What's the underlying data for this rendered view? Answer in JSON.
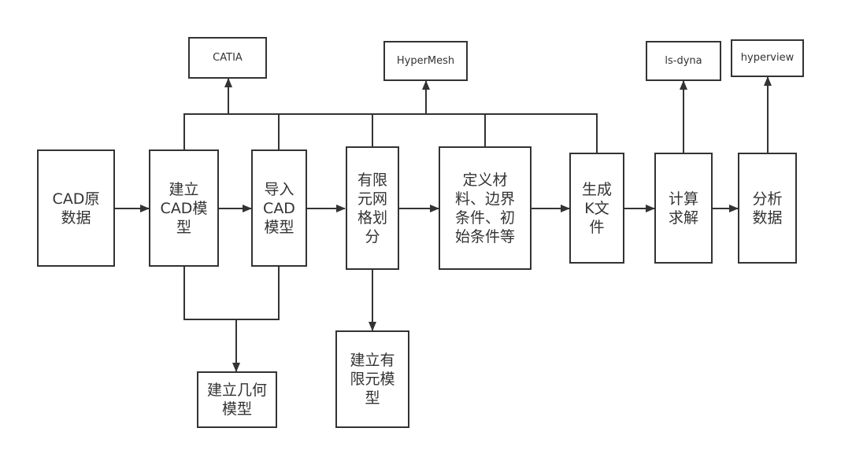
{
  "diagram": {
    "type": "flowchart",
    "line_color": "#333333",
    "main_flow": [
      {
        "id": "cad-raw-data",
        "label": "CAD原\n数据"
      },
      {
        "id": "build-cad-model",
        "label": "建立\nCAD模\n型"
      },
      {
        "id": "import-cad-model",
        "label": "导入\nCAD\n模型"
      },
      {
        "id": "fe-meshing",
        "label": "有限\n元网\n格划\n分"
      },
      {
        "id": "define-materials",
        "label": "定义材\n料、边界\n条件、初\n始条件等"
      },
      {
        "id": "generate-k-file",
        "label": "生成\nK文\n件"
      },
      {
        "id": "compute-solve",
        "label": "计算\n求解"
      },
      {
        "id": "analyze-data",
        "label": "分析\n数据"
      }
    ],
    "tools": [
      {
        "id": "catia",
        "label": "CATIA"
      },
      {
        "id": "hypermesh",
        "label": "HyperMesh"
      },
      {
        "id": "ls-dyna",
        "label": "ls-dyna"
      },
      {
        "id": "hyperview",
        "label": "hyperview"
      }
    ],
    "outputs": [
      {
        "id": "build-geometry-model",
        "label": "建立几何\n模型"
      },
      {
        "id": "build-fe-model",
        "label": "建立有\n限元模\n型"
      }
    ],
    "edges": [
      {
        "from": "cad-raw-data",
        "to": "build-cad-model"
      },
      {
        "from": "build-cad-model",
        "to": "import-cad-model"
      },
      {
        "from": "import-cad-model",
        "to": "fe-meshing"
      },
      {
        "from": "fe-meshing",
        "to": "define-materials"
      },
      {
        "from": "define-materials",
        "to": "generate-k-file"
      },
      {
        "from": "generate-k-file",
        "to": "compute-solve"
      },
      {
        "from": "compute-solve",
        "to": "analyze-data"
      },
      {
        "from": [
          "build-cad-model",
          "import-cad-model"
        ],
        "to": "catia"
      },
      {
        "from": [
          "import-cad-model",
          "fe-meshing",
          "define-materials",
          "generate-k-file"
        ],
        "to": "hypermesh"
      },
      {
        "from": "compute-solve",
        "to": "ls-dyna"
      },
      {
        "from": "analyze-data",
        "to": "hyperview"
      },
      {
        "from": [
          "build-cad-model",
          "import-cad-model"
        ],
        "to": "build-geometry-model"
      },
      {
        "from": "fe-meshing",
        "to": "build-fe-model"
      }
    ]
  }
}
